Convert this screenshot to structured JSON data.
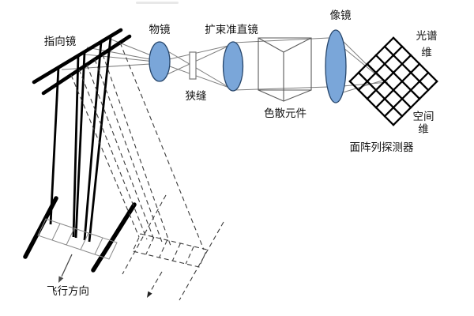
{
  "diagram": {
    "title_hint": "imaging spectrometer optical path schematic",
    "labels": {
      "pointing_mirror": "指向镜",
      "objective_lens": "物镜",
      "beam_expander_collimator": "扩束准直镜",
      "slit": "狭缝",
      "dispersive_element": "色散元件",
      "imaging_lens": "像镜",
      "area_array_detector": "面阵列探测器",
      "flight_direction": "飞行方向"
    },
    "spectral_dimension": {
      "line1": "光谱",
      "line2": "维"
    },
    "spatial_dimension": {
      "line1": "空间",
      "line2": "维"
    },
    "detector_grid": {
      "rows": 5,
      "cols": 5
    },
    "colors": {
      "lens_fill": "#7AA6D9",
      "lens_stroke": "#27466B",
      "ray_gray": "#7f7f7f",
      "line_black": "#000000"
    }
  }
}
